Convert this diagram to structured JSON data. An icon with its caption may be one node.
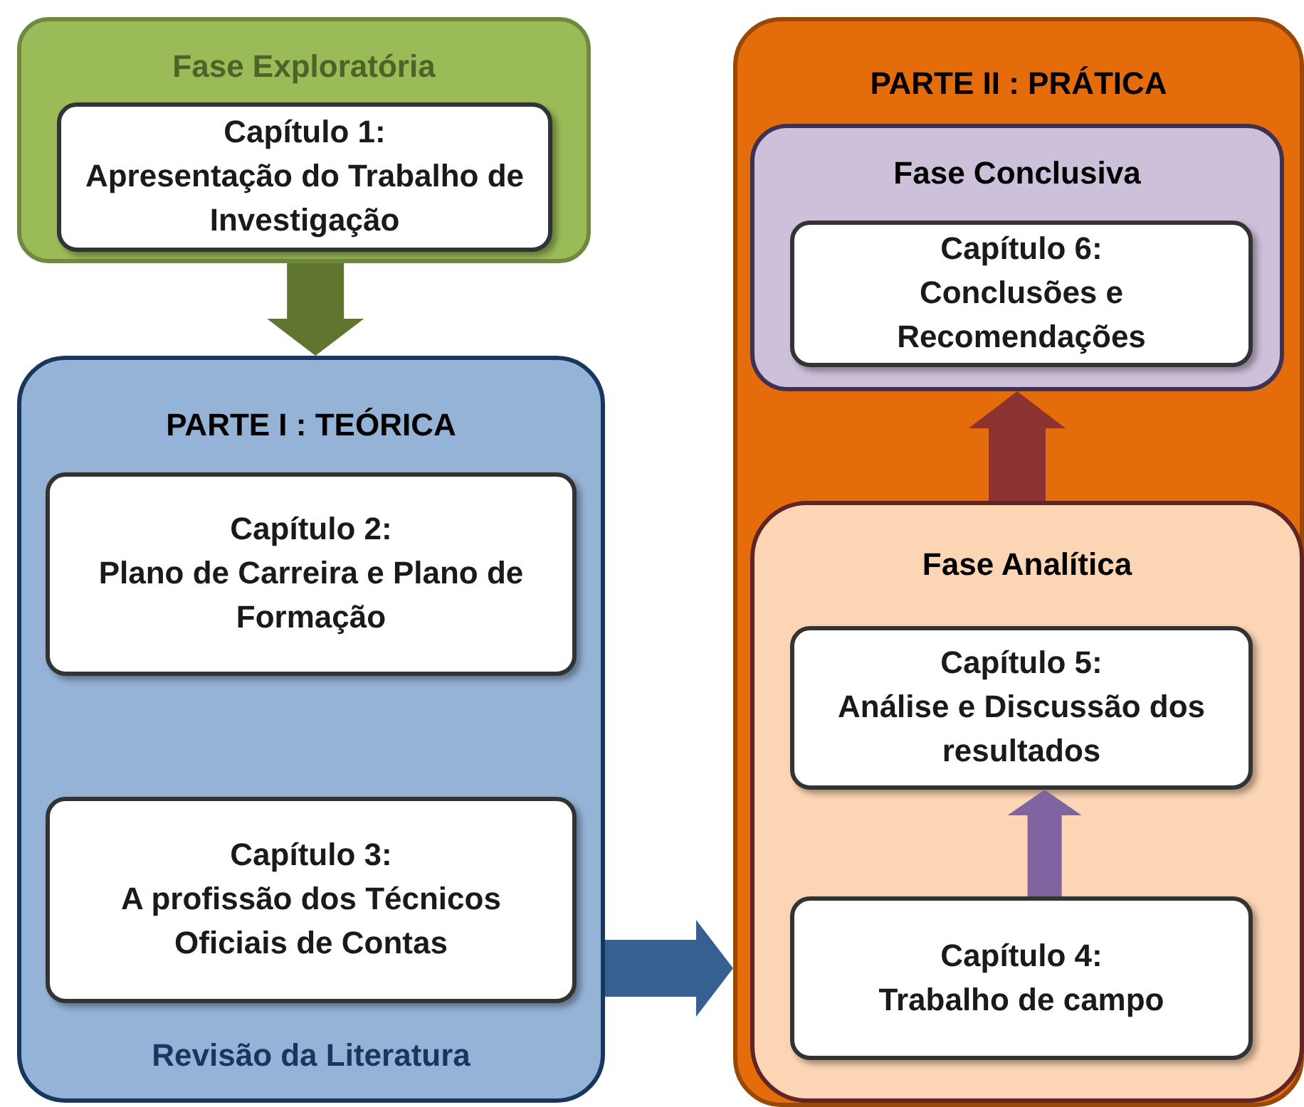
{
  "diagram": {
    "nodes": [
      {
        "text": [
          "Fase Exploratória"
        ]
      },
      {
        "text": [
          "Capítulo 1:",
          "Apresentação do Trabalho de Investigação"
        ],
        "in": 0
      },
      {
        "text": [
          "PARTE I : TEÓRICA",
          "Revisão da Literatura"
        ]
      },
      {
        "text": [
          "Capítulo 2:",
          "Plano de Carreira e Plano de Formação"
        ],
        "in": 2
      },
      {
        "text": [
          "Capítulo 3:",
          "A profissão dos Técnicos Oficiais de Contas"
        ],
        "in": 2
      },
      {
        "text": [
          "PARTE II : PRÁTICA"
        ]
      },
      {
        "text": [
          "Fase Conclusiva"
        ],
        "in": 5
      },
      {
        "text": [
          "Capítulo 6:",
          "Conclusões e Recomendações"
        ],
        "in": 6
      },
      {
        "text": [
          "Fase Analítica"
        ],
        "in": 5
      },
      {
        "text": [
          "Capítulo 5:",
          "Análise e Discussão dos resultados"
        ],
        "in": 8
      },
      {
        "text": [
          "Capítulo 4:",
          "Trabalho de campo"
        ],
        "in": 8
      }
    ],
    "edges": [
      {
        "from": 0,
        "to": 2,
        "arrow": "to",
        "style": "thick",
        "color": "#5f7530"
      },
      {
        "from": 2,
        "to": 5,
        "arrow": "to",
        "style": "thick",
        "color": "#376092"
      },
      {
        "from": 8,
        "to": 6,
        "arrow": "to",
        "style": "thick",
        "color": "#8c3331"
      },
      {
        "from": 10,
        "to": 9,
        "arrow": "to",
        "color": "#8064a2"
      }
    ]
  }
}
